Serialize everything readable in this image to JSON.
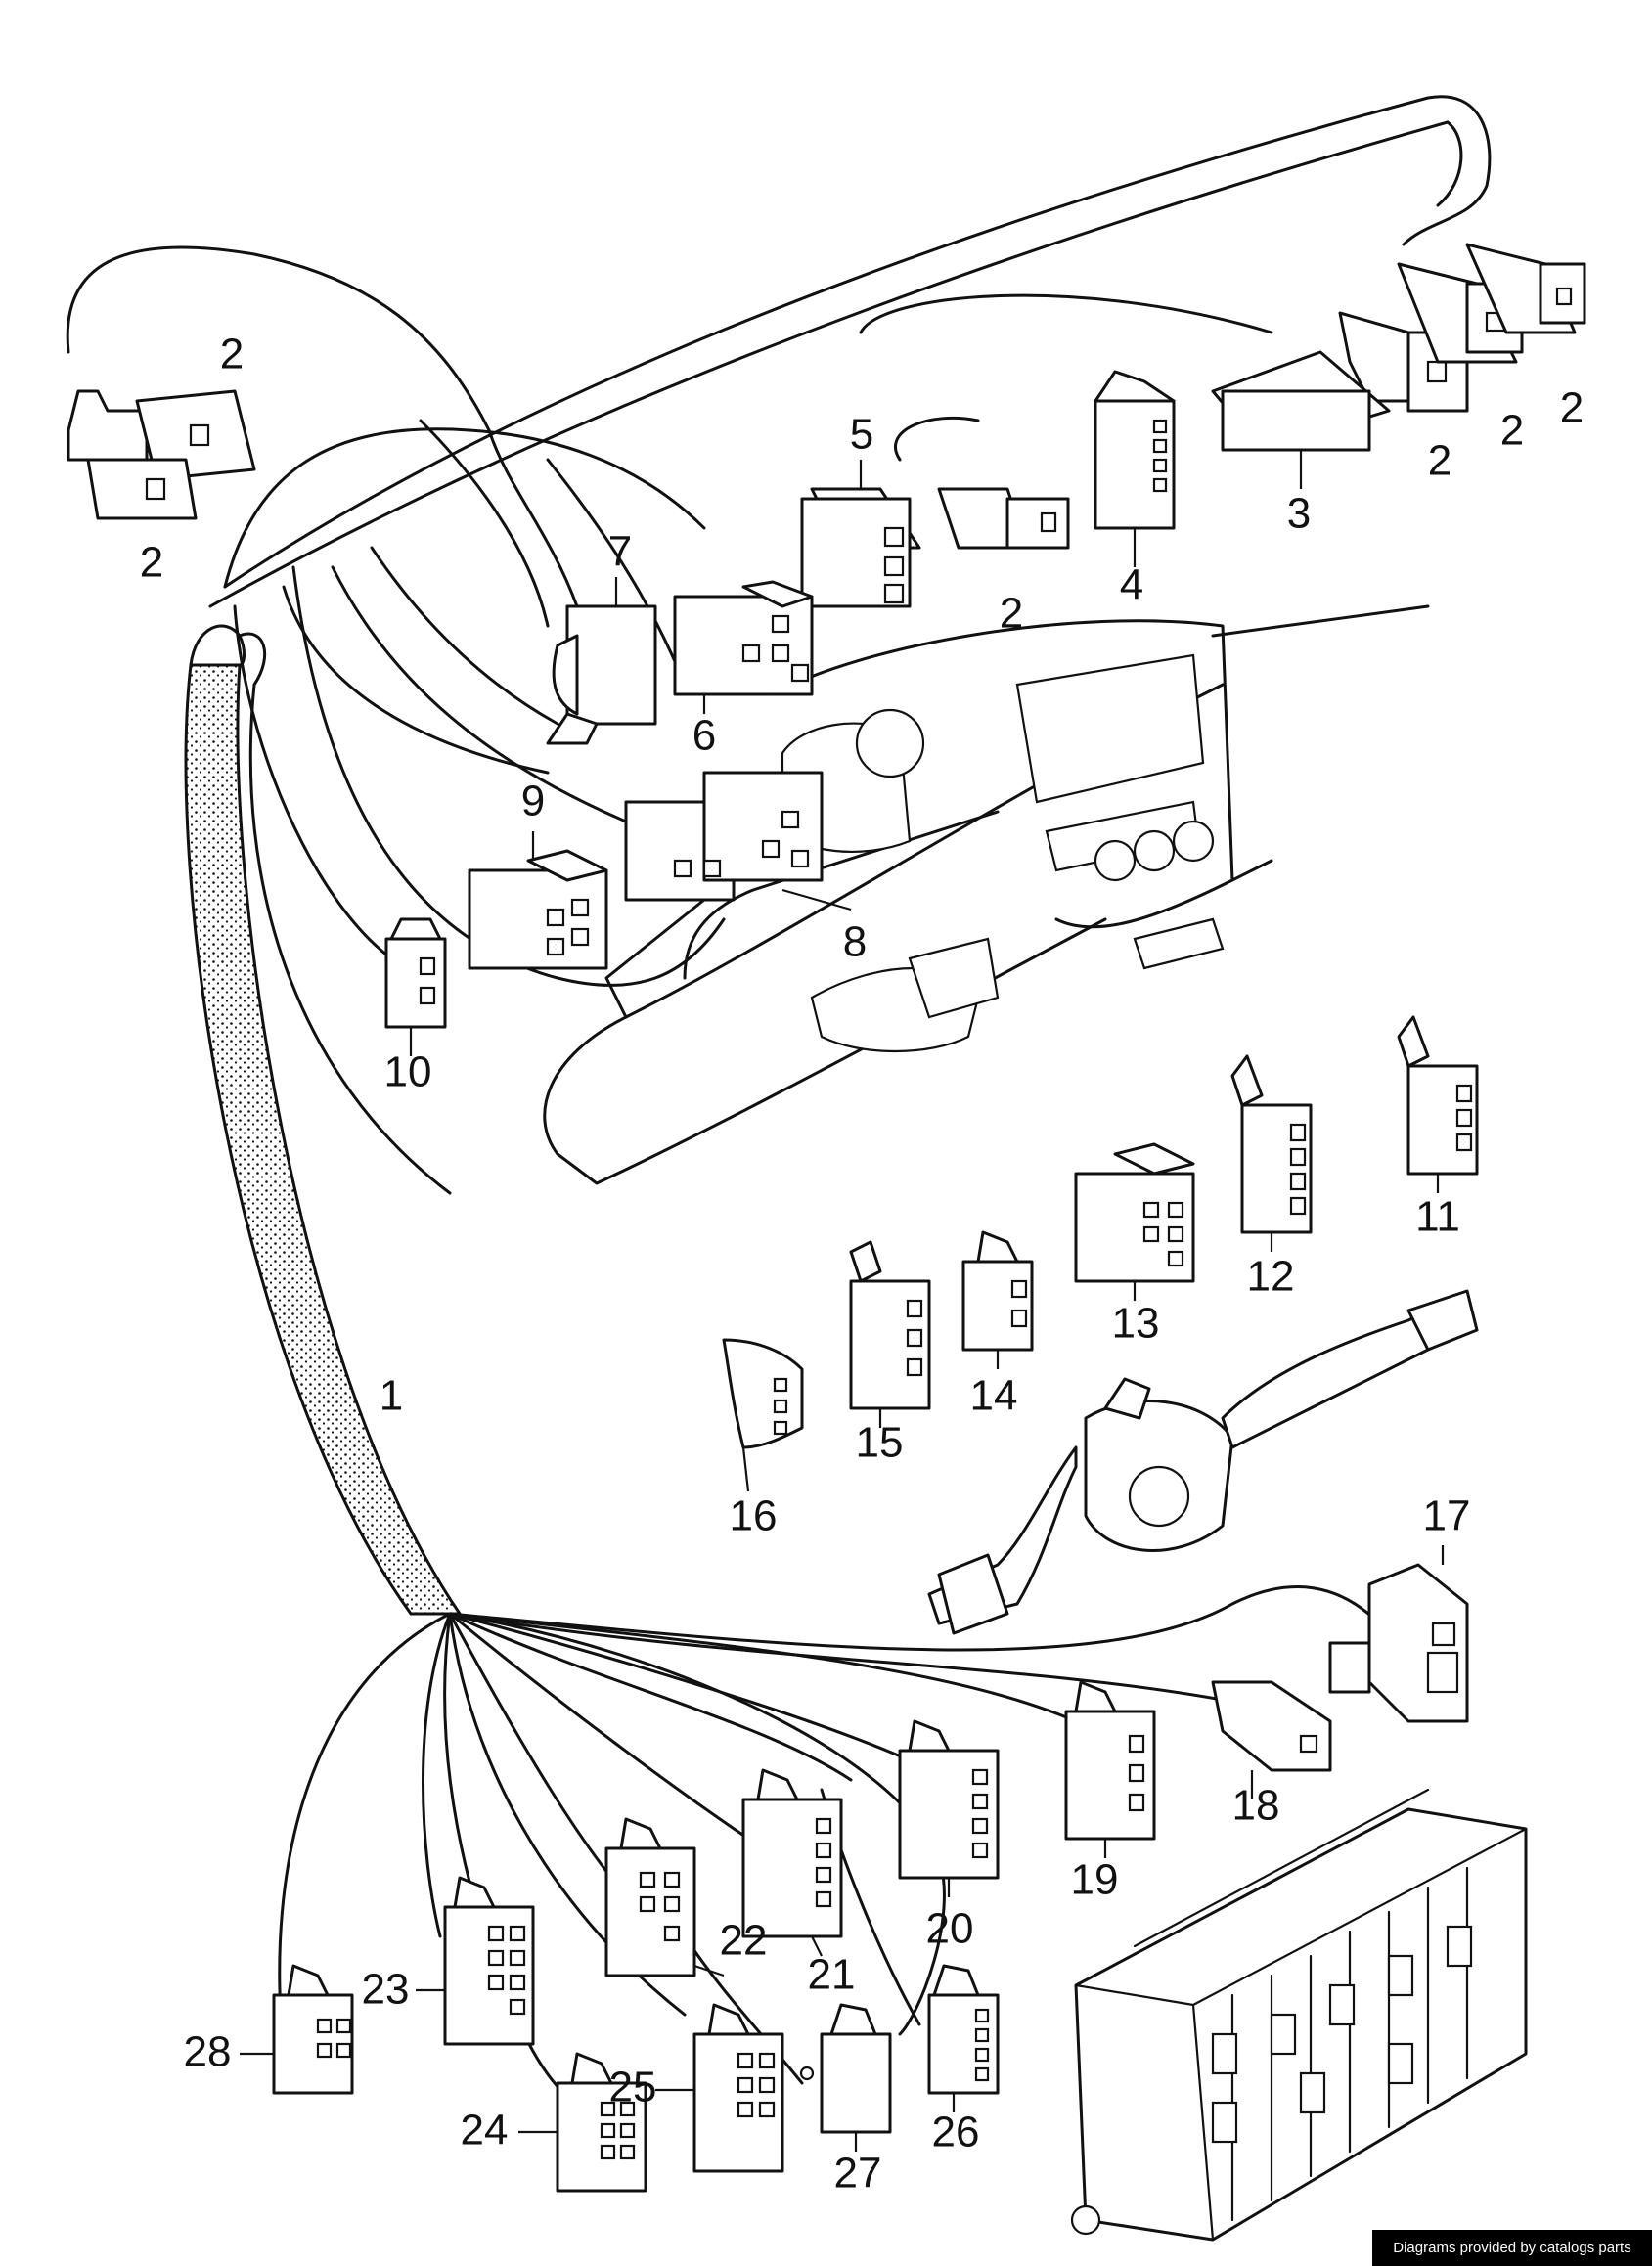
{
  "diagram": {
    "style": "exploded-parts-line-drawing",
    "background_color": "#ffffff",
    "ink_color": "#111111",
    "callouts": [
      {
        "id": "c1",
        "label": "1"
      },
      {
        "id": "c2a",
        "label": "2"
      },
      {
        "id": "c2b",
        "label": "2"
      },
      {
        "id": "c2c",
        "label": "2"
      },
      {
        "id": "c2d",
        "label": "2"
      },
      {
        "id": "c2e",
        "label": "2"
      },
      {
        "id": "c2f",
        "label": "2"
      },
      {
        "id": "c3",
        "label": "3"
      },
      {
        "id": "c4",
        "label": "4"
      },
      {
        "id": "c5",
        "label": "5"
      },
      {
        "id": "c6",
        "label": "6"
      },
      {
        "id": "c7",
        "label": "7"
      },
      {
        "id": "c8",
        "label": "8"
      },
      {
        "id": "c9",
        "label": "9"
      },
      {
        "id": "c10",
        "label": "10"
      },
      {
        "id": "c11",
        "label": "11"
      },
      {
        "id": "c12",
        "label": "12"
      },
      {
        "id": "c13",
        "label": "13"
      },
      {
        "id": "c14",
        "label": "14"
      },
      {
        "id": "c15",
        "label": "15"
      },
      {
        "id": "c16",
        "label": "16"
      },
      {
        "id": "c17",
        "label": "17"
      },
      {
        "id": "c18",
        "label": "18"
      },
      {
        "id": "c19",
        "label": "19"
      },
      {
        "id": "c20",
        "label": "20"
      },
      {
        "id": "c21",
        "label": "21"
      },
      {
        "id": "c22",
        "label": "22"
      },
      {
        "id": "c23",
        "label": "23"
      },
      {
        "id": "c24",
        "label": "24"
      },
      {
        "id": "c25",
        "label": "25"
      },
      {
        "id": "c26",
        "label": "26"
      },
      {
        "id": "c27",
        "label": "27"
      },
      {
        "id": "c28",
        "label": "28"
      }
    ]
  },
  "footer": {
    "credit": "Diagrams provided by catalogs parts",
    "background_color": "#000000",
    "text_color": "#ffffff"
  }
}
